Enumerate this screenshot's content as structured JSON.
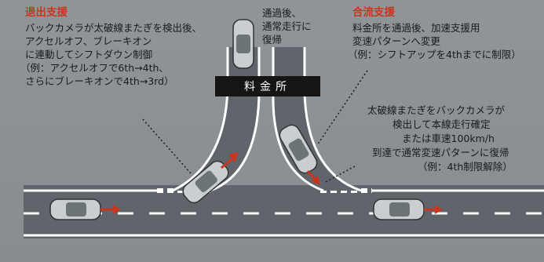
{
  "exit_assist": {
    "title": "退出支援",
    "lines": [
      "バックカメラが太破線またぎを検出後、",
      "アクセルオフ、ブレーキオン",
      "に連動してシフトダウン制御",
      "（例：アクセルオフで6th→4th、",
      "さらにブレーキオンで4th→3rd）"
    ]
  },
  "after_pass": {
    "lines": [
      "通過後、",
      "通常走行に",
      "復帰"
    ]
  },
  "merge_assist": {
    "title": "合流支援",
    "lines": [
      "料金所を通過後、加速支援用",
      "変速パターンへ変更",
      "（例：シフトアップを4thまでに制限）"
    ]
  },
  "return_note": {
    "lines": [
      "太破線またぎをバックカメラが",
      "検出して本線走行確定",
      "または車速100km/h",
      "到達で通常変速パターンに復帰",
      "（例：4th制限解除）"
    ]
  },
  "toll_booth": {
    "label": "料金所"
  },
  "colors": {
    "title_red": "#c8361f",
    "arrow_red": "#c8361f",
    "road_gray": "#5e6468",
    "line_white": "#ffffff"
  }
}
